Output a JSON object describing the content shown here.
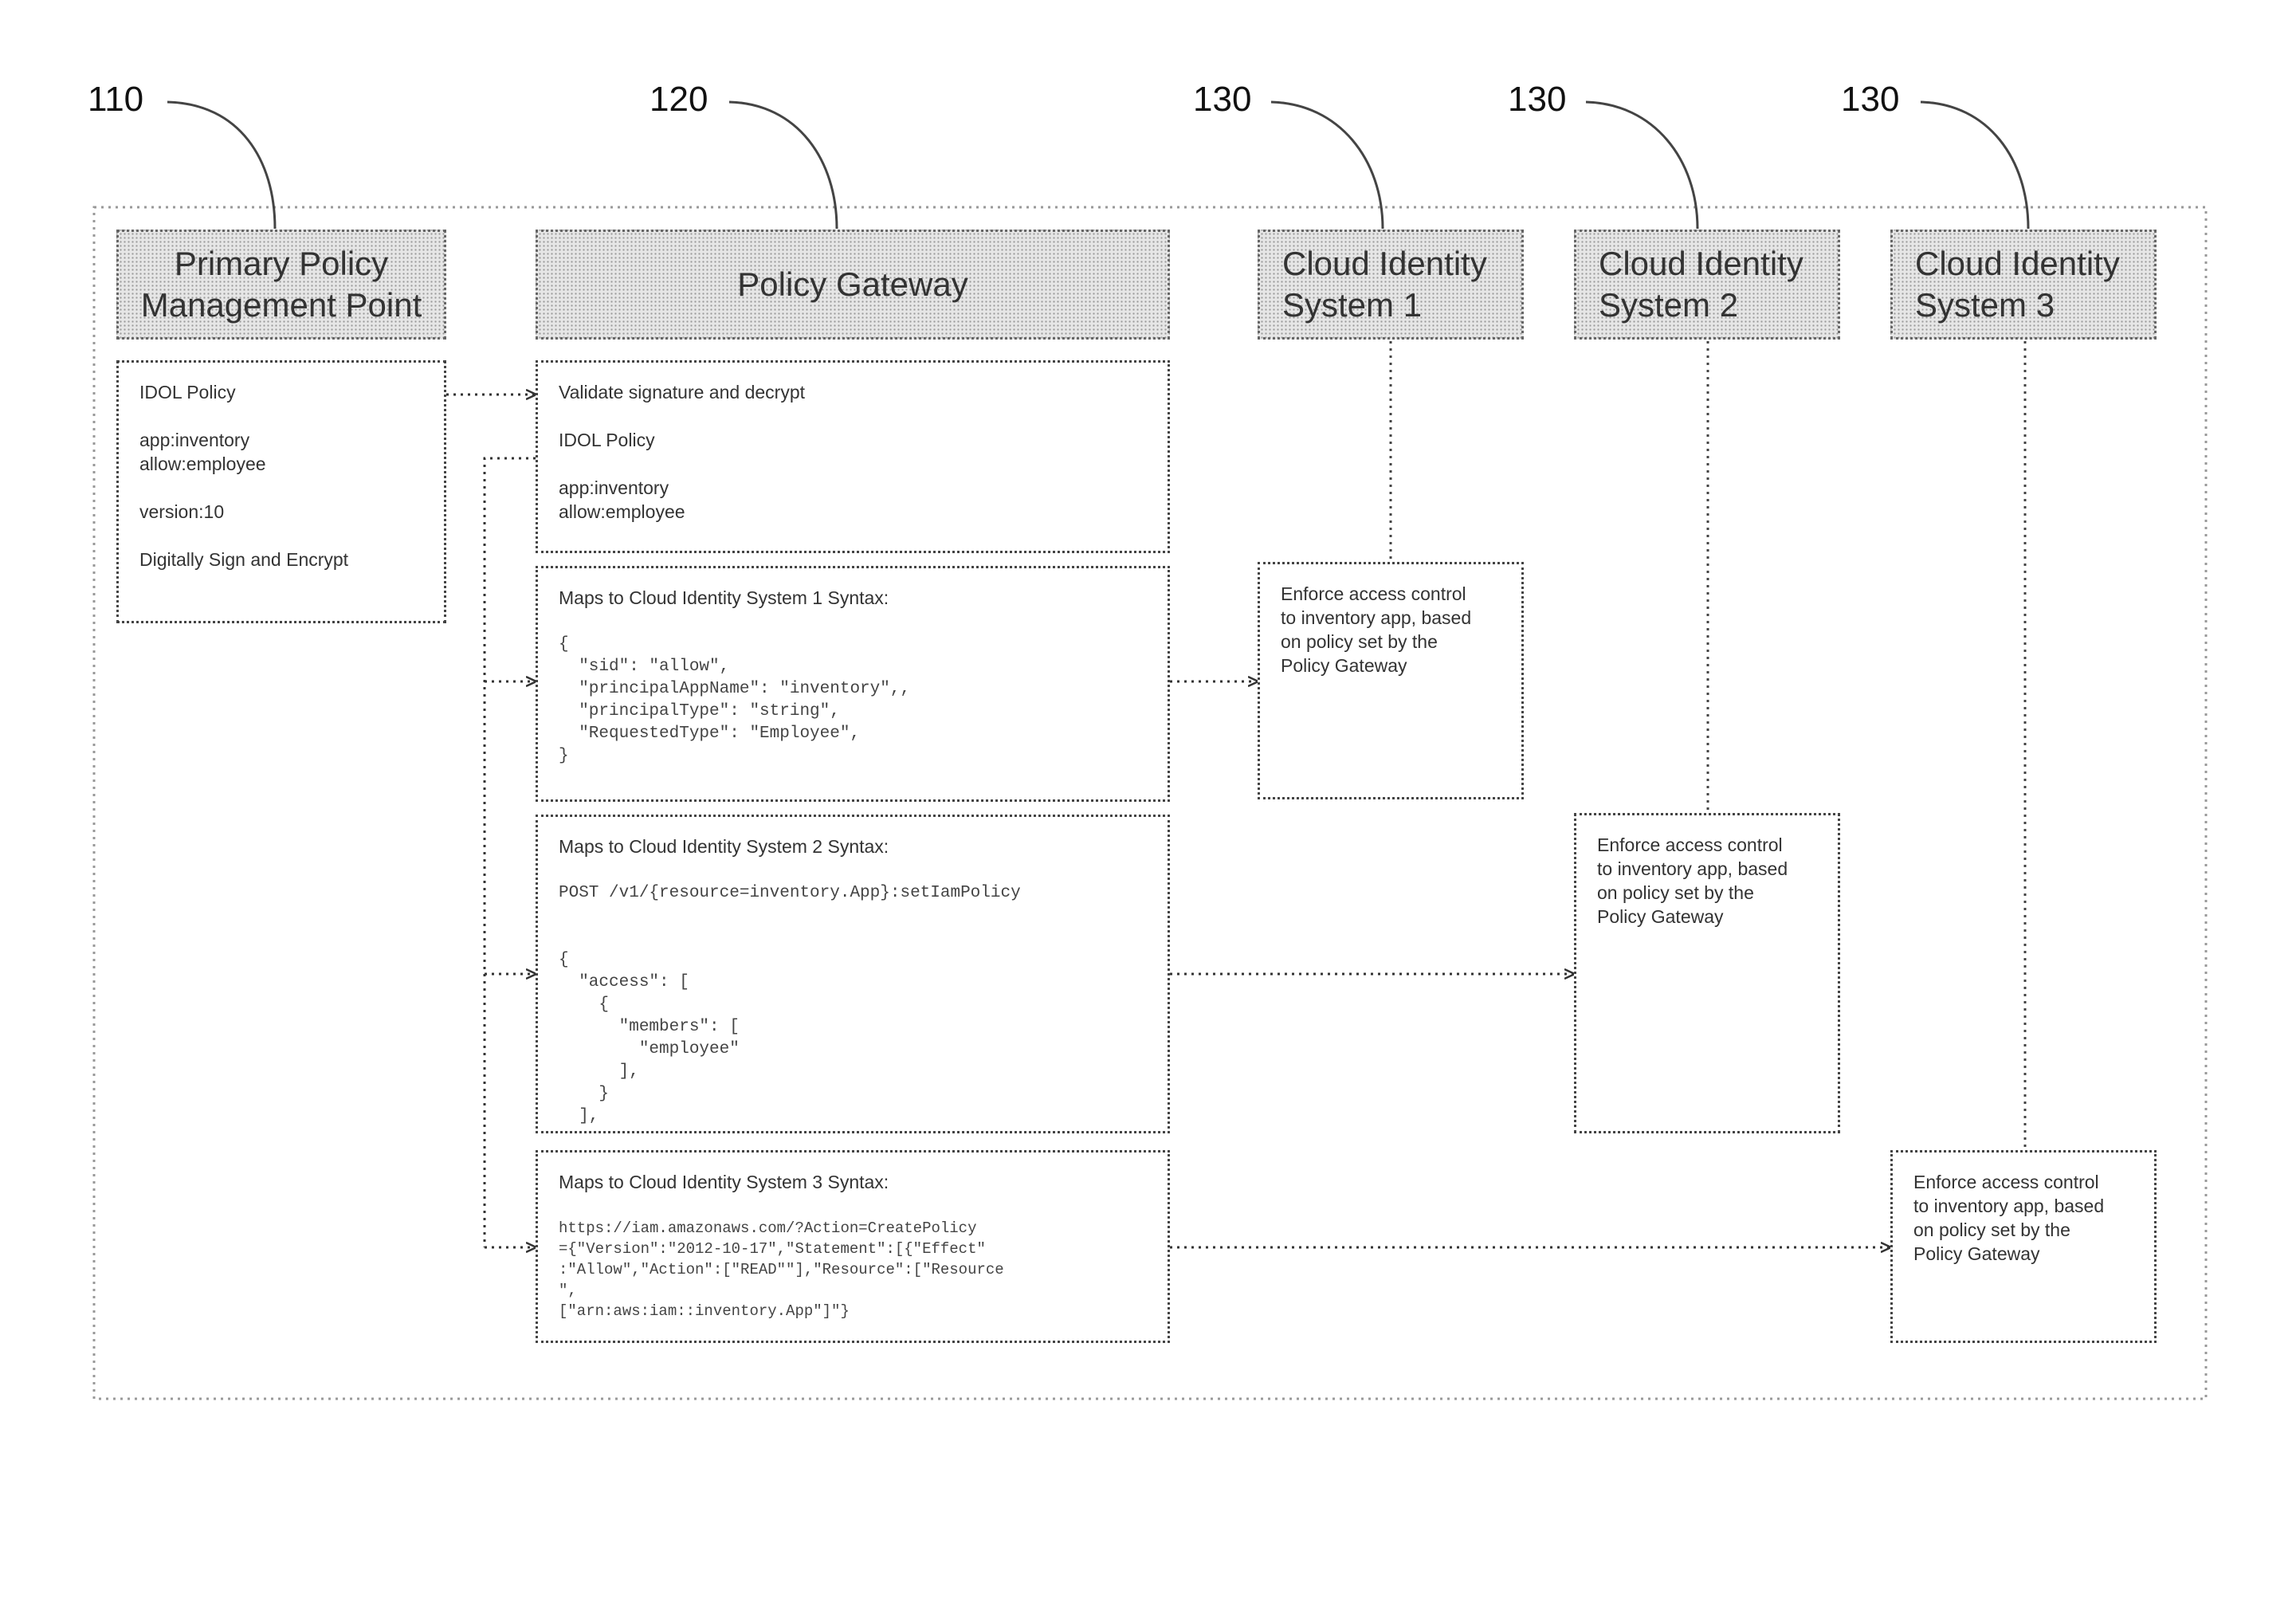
{
  "refs": {
    "pmp": "110",
    "gateway": "120",
    "cloud1": "130",
    "cloud2": "130",
    "cloud3": "130"
  },
  "headers": {
    "pmp": "Primary Policy\nManagement Point",
    "gateway": "Policy Gateway",
    "cloud1": "Cloud Identity\nSystem 1",
    "cloud2": "Cloud Identity\nSystem 2",
    "cloud3": "Cloud Identity\nSystem 3"
  },
  "pmp_box": {
    "line1": "IDOL Policy",
    "line2": "app:inventory",
    "line3": "allow:employee",
    "line4": "version:10",
    "line5": "Digitally Sign and Encrypt"
  },
  "gw_validate": {
    "line1": "Validate signature and decrypt",
    "line2": "IDOL Policy",
    "line3": "app:inventory",
    "line4": "allow:employee"
  },
  "gw_map1": {
    "title": "Maps to Cloud Identity System 1 Syntax:",
    "code": "{\n  \"sid\": \"allow\",\n  \"principalAppName\": \"inventory\",,\n  \"principalType\": \"string\",\n  \"RequestedType\": \"Employee\",\n}"
  },
  "gw_map2": {
    "title": "Maps to Cloud Identity System 2 Syntax:",
    "code": "POST /v1/{resource=inventory.App}:setIamPolicy\n\n\n{\n  \"access\": [\n    {\n      \"members\": [\n        \"employee\"\n      ],\n    }\n  ],"
  },
  "gw_map3": {
    "title": "Maps to Cloud Identity System 3 Syntax:",
    "code": "https://iam.amazonaws.com/?Action=CreatePolicy\n={\"Version\":\"2012-10-17\",\"Statement\":[{\"Effect\"\n:\"Allow\",\"Action\":[\"READ\"\"],\"Resource\":[\"Resource\n\",\n[\"arn:aws:iam::inventory.App\"]\"}"
  },
  "enforce": {
    "cloud1": "Enforce access control\nto inventory app, based\non policy set by the\nPolicy Gateway",
    "cloud2": "Enforce access control\nto inventory app, based\non policy set by the\nPolicy Gateway",
    "cloud3": "Enforce access control\nto inventory app, based\non policy set by the\nPolicy Gateway"
  }
}
